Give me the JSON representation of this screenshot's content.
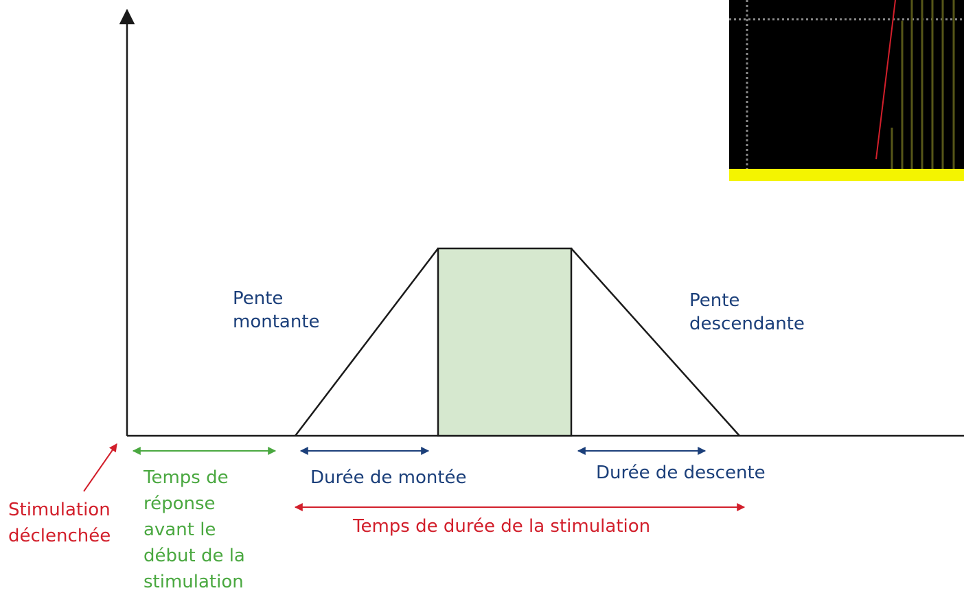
{
  "labels": {
    "rise_slope": [
      "Pente",
      "montante"
    ],
    "fall_slope": [
      "Pente",
      "descendante"
    ],
    "rise_duration": "Durée de montée",
    "fall_duration": "Durée de descente",
    "response_time": [
      "Temps de",
      "réponse",
      "avant le",
      "début de la",
      "stimulation"
    ],
    "stimulation_duration": "Temps de durée de la stimulation",
    "stimulation_triggered": [
      "Stimulation",
      "déclenchée"
    ]
  },
  "colors": {
    "blue_text": "#1b3f7a",
    "green_text": "#4aa840",
    "red_text": "#d21f2b",
    "plateau_fill": "#d6e8cf",
    "axis": "#1a1a1a",
    "inset_background": "#000000",
    "inset_bar": "#f4f400"
  }
}
